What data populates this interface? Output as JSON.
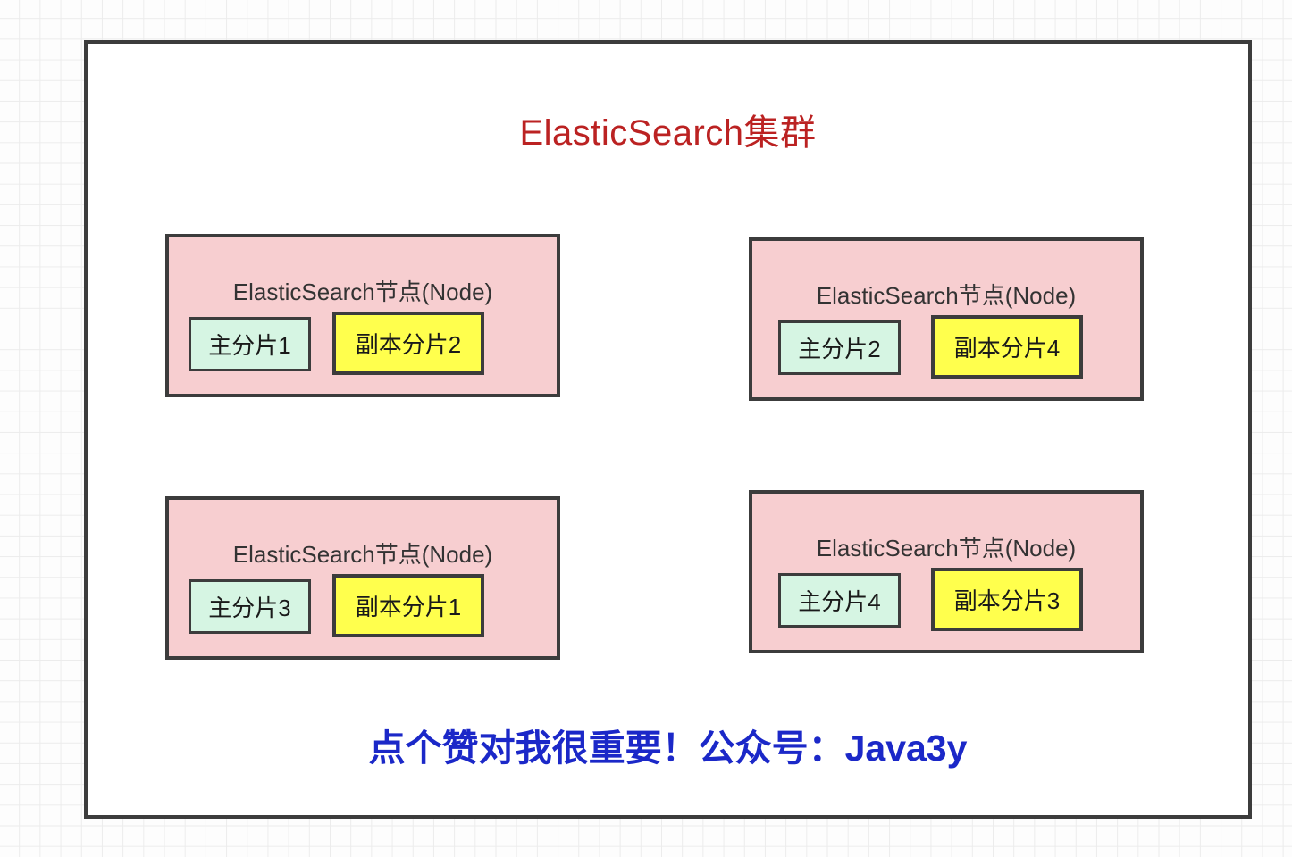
{
  "diagram": {
    "title": "ElasticSearch集群",
    "title_color": "#bb2222",
    "frame_border_color": "#3c3c3c",
    "background": {
      "grid_line_color": "#ececec",
      "page_color": "#fdfdfd"
    },
    "node_fill_color": "#f7ced0",
    "primary_shard_color": "#d6f5e3",
    "replica_shard_color": "#ffff4d",
    "nodes": [
      {
        "label": "ElasticSearch节点(Node)",
        "primary_shard": "主分片1",
        "replica_shard": "副本分片2"
      },
      {
        "label": "ElasticSearch节点(Node)",
        "primary_shard": "主分片2",
        "replica_shard": "副本分片4"
      },
      {
        "label": "ElasticSearch节点(Node)",
        "primary_shard": "主分片3",
        "replica_shard": "副本分片1"
      },
      {
        "label": "ElasticSearch节点(Node)",
        "primary_shard": "主分片4",
        "replica_shard": "副本分片3"
      }
    ],
    "footer": {
      "text": "点个赞对我很重要！公众号：Java3y",
      "color": "#1b28c8"
    }
  }
}
